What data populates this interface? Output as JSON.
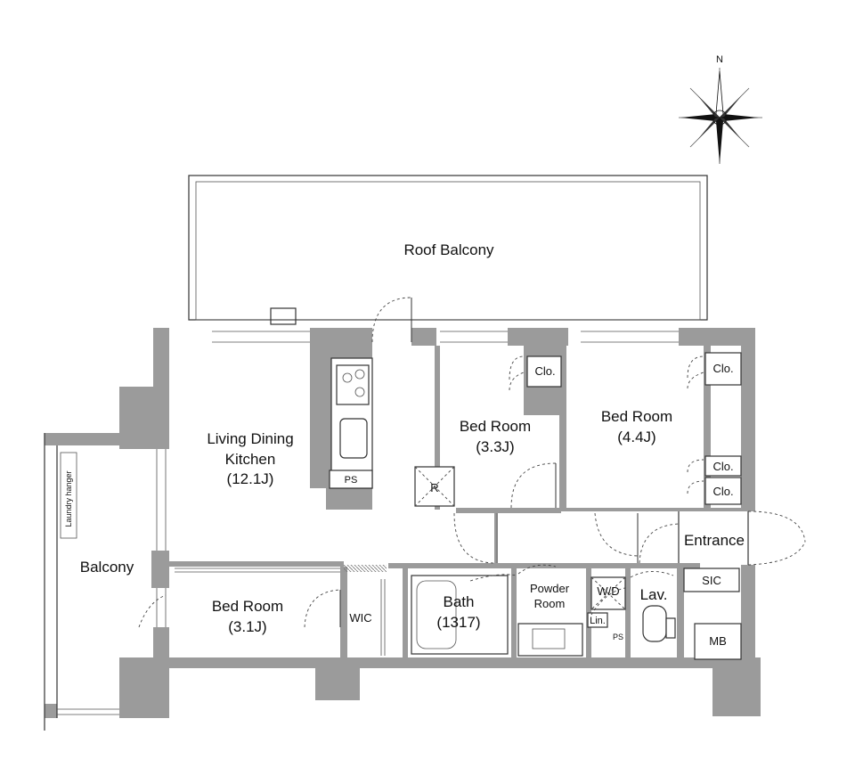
{
  "compass": {
    "north_label": "N"
  },
  "rooms": {
    "roof_balcony": "Roof Balcony",
    "ldk_line1": "Living Dining",
    "ldk_line2": "Kitchen",
    "ldk_size": "(12.1J)",
    "bed1_name": "Bed Room",
    "bed1_size": "(3.3J)",
    "bed2_name": "Bed Room",
    "bed2_size": "(4.4J)",
    "bed3_name": "Bed Room",
    "bed3_size": "(3.1J)",
    "balcony": "Balcony",
    "laundry": "Laundry hanger",
    "entrance": "Entrance",
    "sic": "SIC",
    "mb": "MB",
    "wic": "WIC",
    "bath_name": "Bath",
    "bath_size": "(1317)",
    "powder_line1": "Powder",
    "powder_line2": "Room",
    "wd": "W/D",
    "lav": "Lav.",
    "lin": "Lin.",
    "ps_kitchen": "PS",
    "ps_lav": "PS",
    "refrigerator": "R",
    "clo_bed1": "Clo.",
    "clo_bed2_top": "Clo.",
    "clo_bed2_mid": "Clo.",
    "clo_bed2_bot": "Clo."
  }
}
